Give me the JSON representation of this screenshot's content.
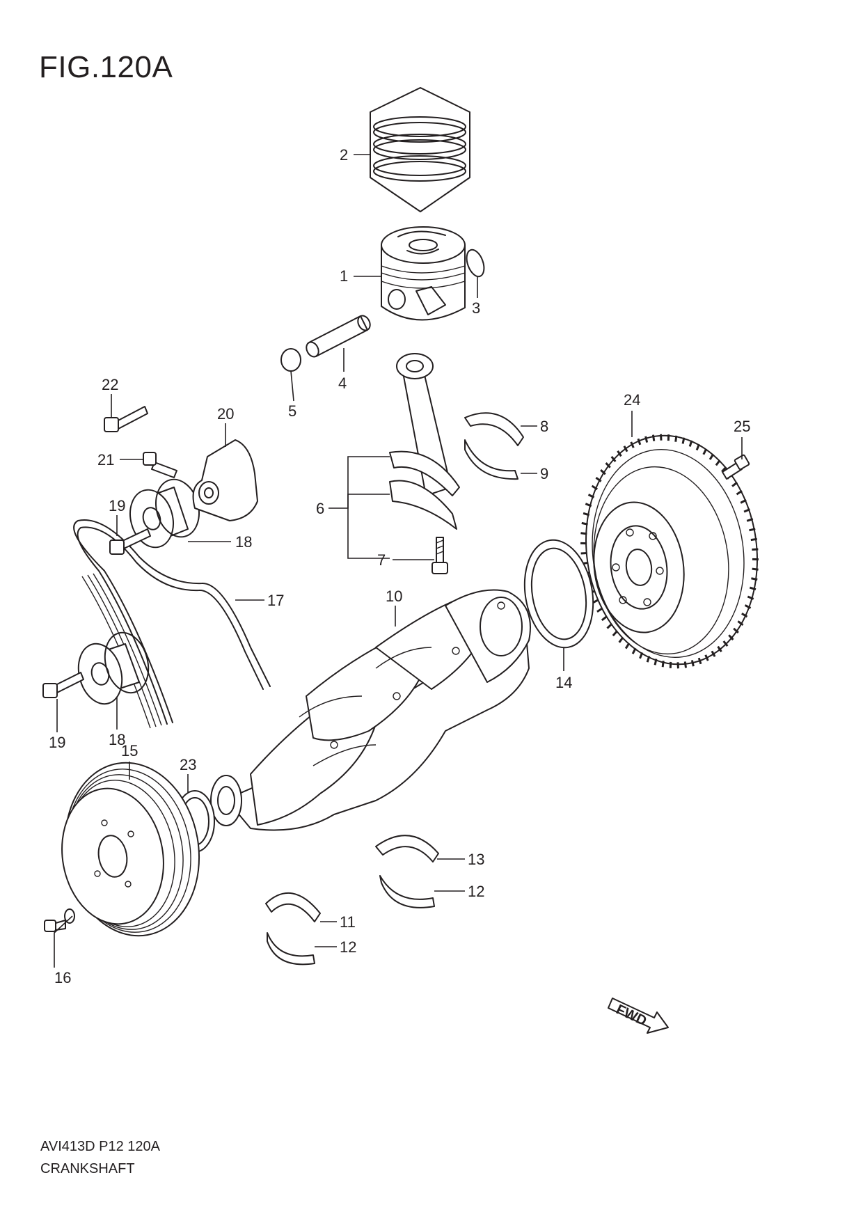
{
  "figure": {
    "title": "FIG.120A",
    "code": "AVI413D P12 120A",
    "name": "CRANKSHAFT"
  },
  "fwd_label": "FWD",
  "callouts": {
    "c1": "1",
    "c2": "2",
    "c3": "3",
    "c4": "4",
    "c5": "5",
    "c6": "6",
    "c7": "7",
    "c8": "8",
    "c9": "9",
    "c10": "10",
    "c11": "11",
    "c12a": "12",
    "c12b": "12",
    "c13": "13",
    "c14": "14",
    "c15": "15",
    "c16": "16",
    "c17": "17",
    "c18a": "18",
    "c18b": "18",
    "c19a": "19",
    "c19b": "19",
    "c20": "20",
    "c21": "21",
    "c22": "22",
    "c23": "23",
    "c24": "24",
    "c25": "25"
  }
}
